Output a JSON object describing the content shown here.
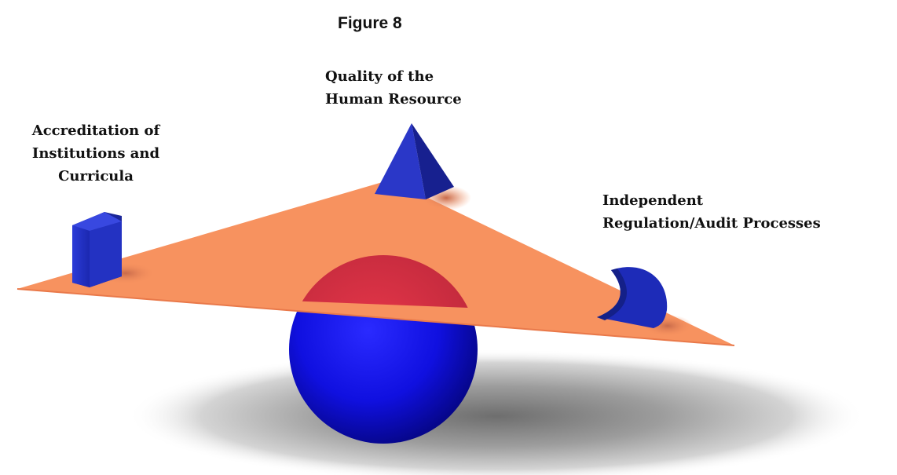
{
  "figure": {
    "title": "Figure  8"
  },
  "labels": {
    "quality": {
      "line1": "Quality of the",
      "line2": "Human Resource"
    },
    "accreditation": {
      "line1": "Accreditation of",
      "line2": "Institutions and",
      "line3": "Curricula"
    },
    "independent": {
      "line1": "Independent",
      "line2": "Regulation/Audit Processes"
    }
  },
  "colors": {
    "plate": "#f7925f",
    "objects_blue": "#1f2fc9",
    "ball_blue": "#1010e6",
    "ball_overlap": "#d8344a",
    "shadow": "#9a9a9a"
  }
}
